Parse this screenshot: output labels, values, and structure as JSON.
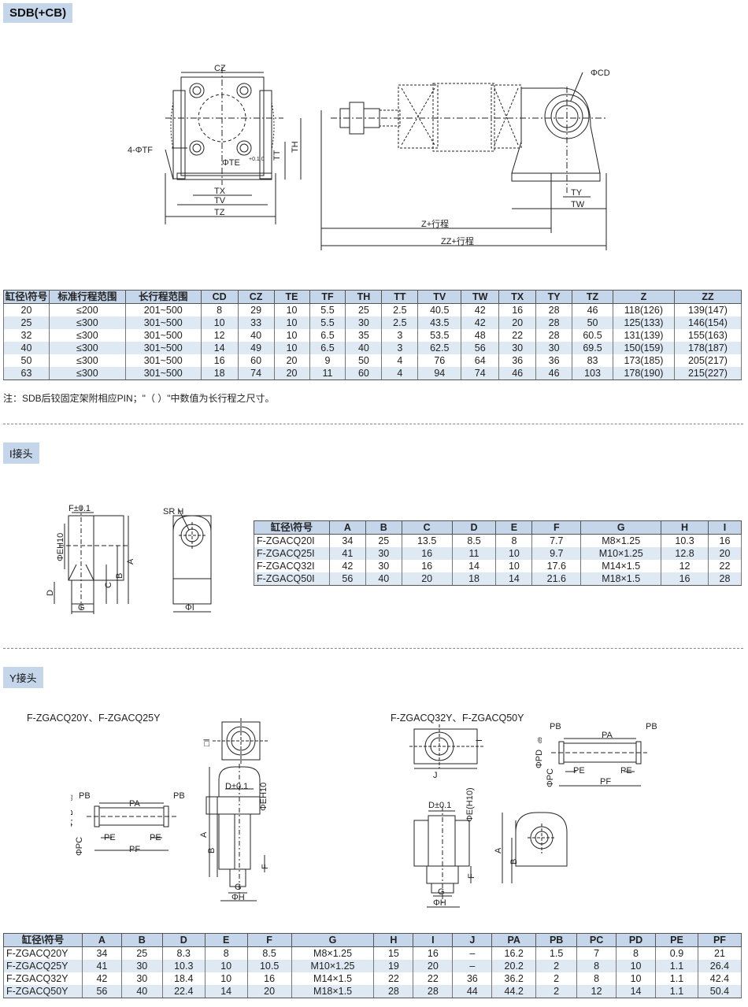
{
  "sdb": {
    "title": "SDB(+CB)",
    "drawing_labels": {
      "cz": "CZ",
      "tf": "4-ΦTF",
      "te": "ΦTE",
      "te_tol": "+0.1 0",
      "tt": "TT",
      "th": "TH",
      "tx": "TX",
      "tv": "TV",
      "tz": "TZ",
      "cd": "ΦCD",
      "ty": "TY",
      "tw": "TW",
      "z": "Z+行程",
      "zz": "ZZ+行程"
    },
    "headers": [
      "缸径\\符号",
      "标准行程范围",
      "长行程范围",
      "CD",
      "CZ",
      "TE",
      "TF",
      "TH",
      "TT",
      "TV",
      "TW",
      "TX",
      "TY",
      "TZ",
      "Z",
      "ZZ"
    ],
    "rows": [
      [
        "20",
        "≤200",
        "201~500",
        "8",
        "29",
        "10",
        "5.5",
        "25",
        "2.5",
        "40.5",
        "42",
        "16",
        "28",
        "46",
        "118(126)",
        "139(147)"
      ],
      [
        "25",
        "≤300",
        "301~500",
        "10",
        "33",
        "10",
        "5.5",
        "30",
        "2.5",
        "43.5",
        "42",
        "20",
        "28",
        "50",
        "125(133)",
        "146(154)"
      ],
      [
        "32",
        "≤300",
        "301~500",
        "12",
        "40",
        "10",
        "6.5",
        "35",
        "3",
        "53.5",
        "48",
        "22",
        "28",
        "60.5",
        "131(139)",
        "155(163)"
      ],
      [
        "40",
        "≤300",
        "301~500",
        "14",
        "49",
        "10",
        "6.5",
        "40",
        "3",
        "62.5",
        "56",
        "30",
        "30",
        "69.5",
        "150(159)",
        "178(187)"
      ],
      [
        "50",
        "≤300",
        "301~500",
        "16",
        "60",
        "20",
        "9",
        "50",
        "4",
        "76",
        "64",
        "36",
        "36",
        "83",
        "173(185)",
        "205(217)"
      ],
      [
        "63",
        "≤300",
        "301~500",
        "18",
        "74",
        "20",
        "11",
        "60",
        "4",
        "94",
        "74",
        "46",
        "46",
        "103",
        "178(190)",
        "215(227)"
      ]
    ],
    "note": "注：SDB后铰固定架附相应PIN；\"（ ）\"中数值为长行程之尺寸。"
  },
  "i_joint": {
    "title": "I接头",
    "drawing_labels": {
      "f": "F±0.1",
      "eh": "ΦEH10",
      "a": "A",
      "b": "B",
      "c": "C",
      "d": "D",
      "g": "G",
      "srh": "SR H",
      "phi_i": "ΦI"
    },
    "headers": [
      "缸径\\符号",
      "A",
      "B",
      "C",
      "D",
      "E",
      "F",
      "G",
      "H",
      "I"
    ],
    "rows": [
      [
        "F-ZGACQ20I",
        "34",
        "25",
        "13.5",
        "8.5",
        "8",
        "7.7",
        "M8×1.25",
        "10.3",
        "16"
      ],
      [
        "F-ZGACQ25I",
        "41",
        "30",
        "16",
        "11",
        "10",
        "9.7",
        "M10×1.25",
        "12.8",
        "20"
      ],
      [
        "F-ZGACQ32I",
        "42",
        "30",
        "16",
        "14",
        "10",
        "17.6",
        "M14×1.5",
        "12",
        "22"
      ],
      [
        "F-ZGACQ50I",
        "56",
        "40",
        "20",
        "18",
        "14",
        "21.6",
        "M18×1.5",
        "16",
        "28"
      ]
    ]
  },
  "y_joint": {
    "title": "Y接头",
    "caption_left": "F-ZGACQ20Y、F-ZGACQ25Y",
    "caption_right": "F-ZGACQ32Y、F-ZGACQ50Y",
    "drawing_labels": {
      "pb": "PB",
      "pa": "PA",
      "pd": "ΦPD",
      "pd_sup": "d9",
      "pc": "ΦPC",
      "pe": "PE",
      "pf": "PF",
      "d": "D±0.1",
      "e": "ΦE(H10)",
      "e_left": "ΦEH10",
      "i": "I",
      "sq_i": "□I",
      "j": "J",
      "a": "A",
      "b": "B",
      "f": "F",
      "g": "G",
      "h": "ΦH"
    },
    "headers": [
      "缸径\\符号",
      "A",
      "B",
      "D",
      "E",
      "F",
      "G",
      "H",
      "I",
      "J",
      "PA",
      "PB",
      "PC",
      "PD",
      "PE",
      "PF"
    ],
    "rows": [
      [
        "F-ZGACQ20Y",
        "34",
        "25",
        "8.3",
        "8",
        "8.5",
        "M8×1.25",
        "15",
        "16",
        "–",
        "16.2",
        "1.5",
        "7",
        "8",
        "0.9",
        "21"
      ],
      [
        "F-ZGACQ25Y",
        "41",
        "30",
        "10.3",
        "10",
        "10.5",
        "M10×1.25",
        "19",
        "20",
        "–",
        "20.2",
        "2",
        "8",
        "10",
        "1.1",
        "26.4"
      ],
      [
        "F-ZGACQ32Y",
        "42",
        "30",
        "18.4",
        "10",
        "16",
        "M14×1.5",
        "22",
        "22",
        "36",
        "36.2",
        "2",
        "8",
        "10",
        "1.1",
        "42.4"
      ],
      [
        "F-ZGACQ50Y",
        "56",
        "40",
        "22.4",
        "14",
        "20",
        "M18×1.5",
        "28",
        "28",
        "44",
        "44.2",
        "2",
        "12",
        "14",
        "1.1",
        "50.4"
      ]
    ]
  }
}
